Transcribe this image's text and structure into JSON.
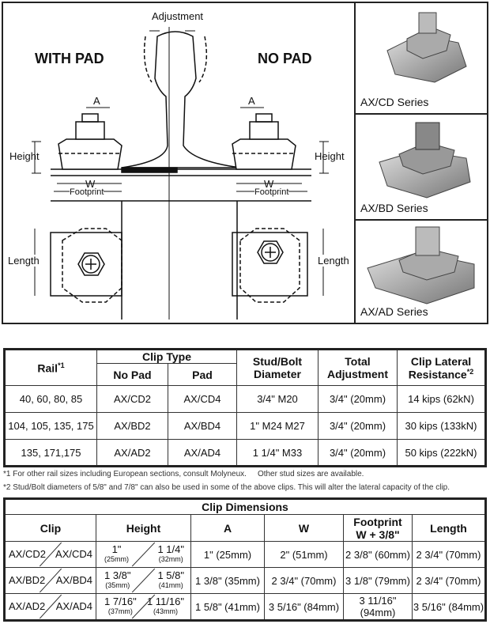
{
  "diagram": {
    "adjustment": "Adjustment",
    "with_pad": "WITH PAD",
    "no_pad": "NO PAD",
    "a": "A",
    "height": "Height",
    "w": "W",
    "footprint": "Footprint",
    "length": "Length"
  },
  "photos": [
    {
      "label": "AX/CD Series"
    },
    {
      "label": "AX/BD Series"
    },
    {
      "label": "AX/AD Series"
    }
  ],
  "table1": {
    "headers": {
      "rail": "Rail",
      "rail_note": "*1",
      "clip_type": "Clip Type",
      "no_pad": "No Pad",
      "pad": "Pad",
      "stud": "Stud/Bolt Diameter",
      "adjustment": "Total Adjustment",
      "resistance": "Clip Lateral Resistance",
      "resistance_note": "*2"
    },
    "rows": [
      [
        "40, 60, 80, 85",
        "AX/CD2",
        "AX/CD4",
        "3/4\"  M20",
        "3/4\" (20mm)",
        "14 kips (62kN)"
      ],
      [
        "104, 105, 135, 175",
        "AX/BD2",
        "AX/BD4",
        "1\"  M24  M27",
        "3/4\" (20mm)",
        "30 kips (133kN)"
      ],
      [
        "135, 171,175",
        "AX/AD2",
        "AX/AD4",
        "1 1/4\"  M33",
        "3/4\" (20mm)",
        "50 kips (222kN)"
      ]
    ]
  },
  "footnotes": {
    "n1": "*1  For other rail sizes including European sections, consult Molyneux.",
    "n1b": "Other stud sizes are available.",
    "n2": "*2  Stud/Bolt diameters of 5/8\" and 7/8\" can also be used in some of the above clips.  This will alter the lateral capacity of the clip."
  },
  "table2": {
    "title": "Clip Dimensions",
    "headers": {
      "clip": "Clip",
      "height": "Height",
      "a": "A",
      "w": "W",
      "footprint": "Footprint",
      "footprint2": "W + 3/8\"",
      "length": "Length"
    },
    "rows": [
      {
        "clip_l": "AX/CD2",
        "clip_r": "AX/CD4",
        "h_l": "1\"",
        "h_l_mm": "(25mm)",
        "h_r": "1 1/4\"",
        "h_r_mm": "(32mm)",
        "a": "1\" (25mm)",
        "w": "2\" (51mm)",
        "footprint": "2 3/8\" (60mm)",
        "length": "2 3/4\" (70mm)"
      },
      {
        "clip_l": "AX/BD2",
        "clip_r": "AX/BD4",
        "h_l": "1 3/8\"",
        "h_l_mm": "(35mm)",
        "h_r": "1 5/8\"",
        "h_r_mm": "(41mm)",
        "a": "1 3/8\" (35mm)",
        "w": "2 3/4\" (70mm)",
        "footprint": "3 1/8\" (79mm)",
        "length": "2 3/4\" (70mm)"
      },
      {
        "clip_l": "AX/AD2",
        "clip_r": "AX/AD4",
        "h_l": "1 7/16\"",
        "h_l_mm": "(37mm)",
        "h_r": "1 11/16\"",
        "h_r_mm": "(43mm)",
        "a": "1 5/8\" (41mm)",
        "w": "3 5/16\" (84mm)",
        "footprint": "3 11/16\" (94mm)",
        "length": "3 5/16\" (84mm)"
      }
    ]
  }
}
